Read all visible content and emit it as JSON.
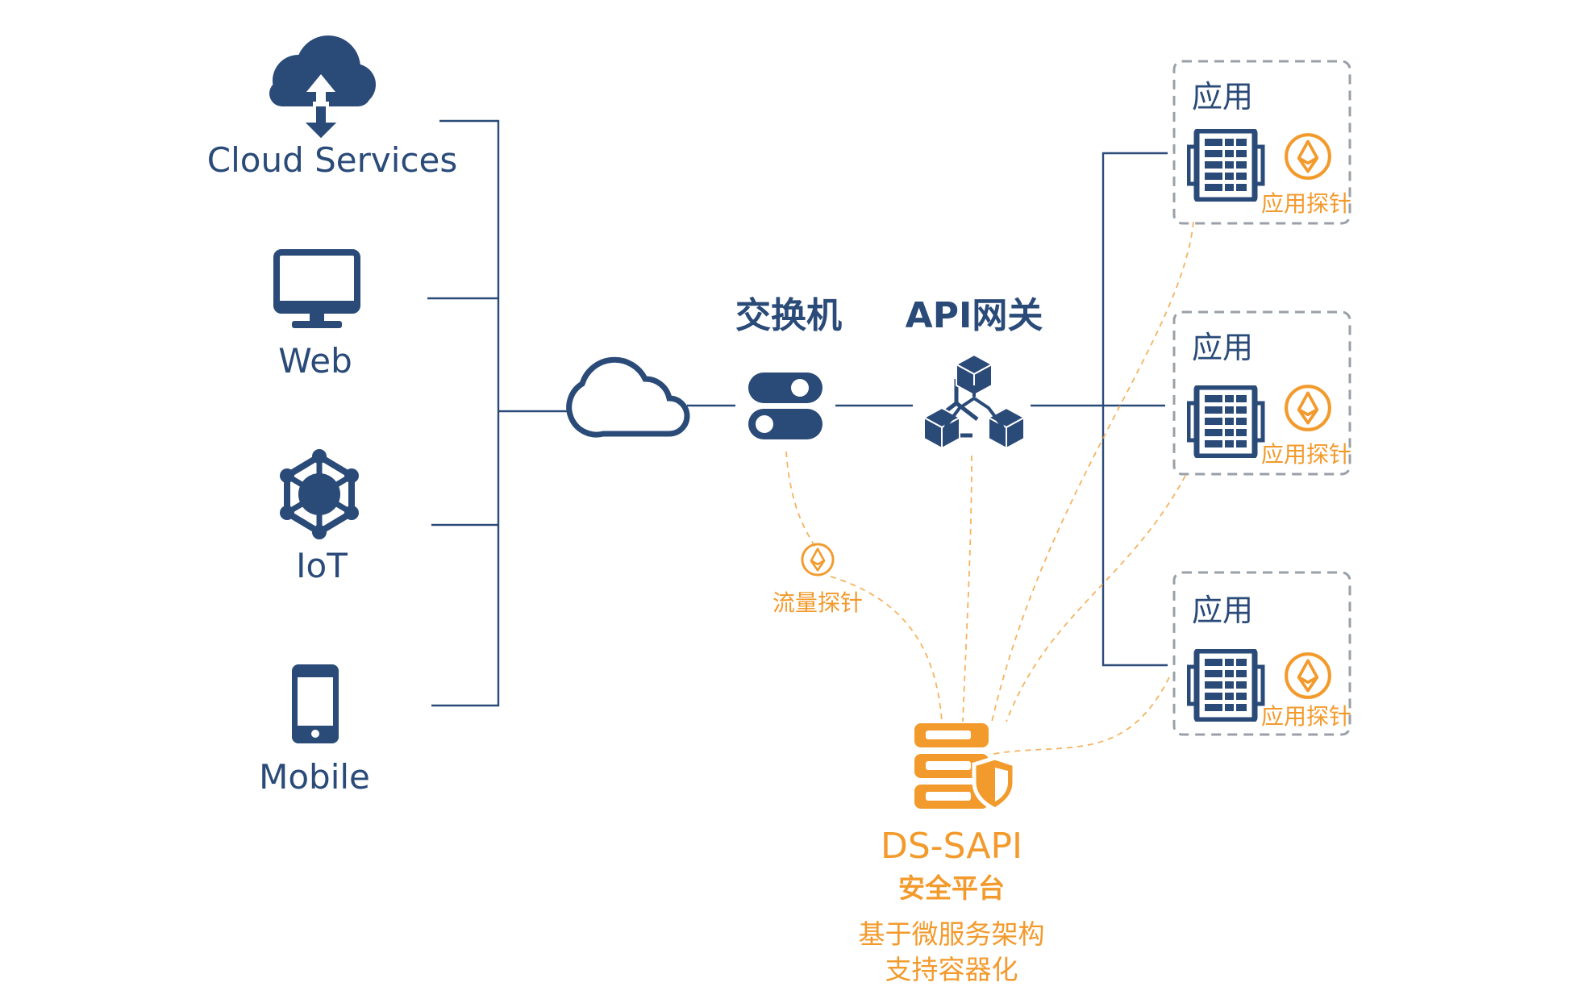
{
  "colors": {
    "navy": "#2a4a78",
    "orange": "#f39a2c",
    "dash_box": "#9aa0a8",
    "background": "#ffffff"
  },
  "clients": [
    {
      "label": "Cloud Services",
      "icon": "cloud-upload-icon"
    },
    {
      "label": "Web",
      "icon": "monitor-icon"
    },
    {
      "label": "IoT",
      "icon": "network-hub-icon"
    },
    {
      "label": "Mobile",
      "icon": "smartphone-icon"
    }
  ],
  "internet_icon": "cloud-outline-icon",
  "switch": {
    "label": "交换机",
    "icon": "switch-icon"
  },
  "gateway": {
    "label": "API网关",
    "icon": "cubes-icon"
  },
  "traffic_probe": {
    "label": "流量探针",
    "icon": "probe-icon"
  },
  "apps": [
    {
      "title": "应用",
      "probe_label": "应用探针",
      "server_icon": "server-rack-icon",
      "probe_icon": "probe-icon"
    },
    {
      "title": "应用",
      "probe_label": "应用探针",
      "server_icon": "server-rack-icon",
      "probe_icon": "probe-icon"
    },
    {
      "title": "应用",
      "probe_label": "应用探针",
      "server_icon": "server-rack-icon",
      "probe_icon": "probe-icon"
    }
  ],
  "platform": {
    "name": "DS-SAPI",
    "subtitle": "安全平台",
    "desc_line1": "基于微服务架构",
    "desc_line2": "支持容器化",
    "icon": "secure-server-icon"
  }
}
